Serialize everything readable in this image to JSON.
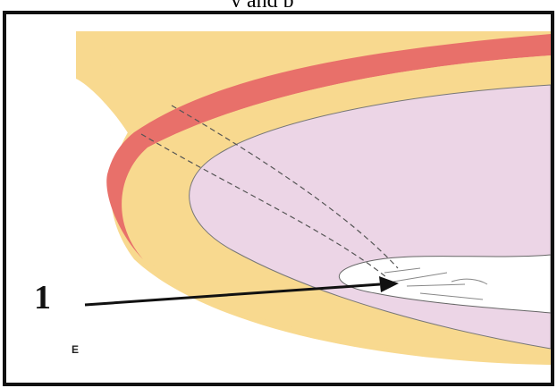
{
  "header_fragment": "y and p",
  "figure": {
    "callout_number": "1",
    "panel_letter": "E",
    "colors": {
      "frame": "#111111",
      "outer_layer": "#f8d98f",
      "red_band": "#e8706a",
      "inner_layer": "#f8d98f",
      "cavity": "#ecd5e6",
      "lumen": "#ffffff",
      "line": "#555555",
      "arrow": "#111111"
    }
  }
}
